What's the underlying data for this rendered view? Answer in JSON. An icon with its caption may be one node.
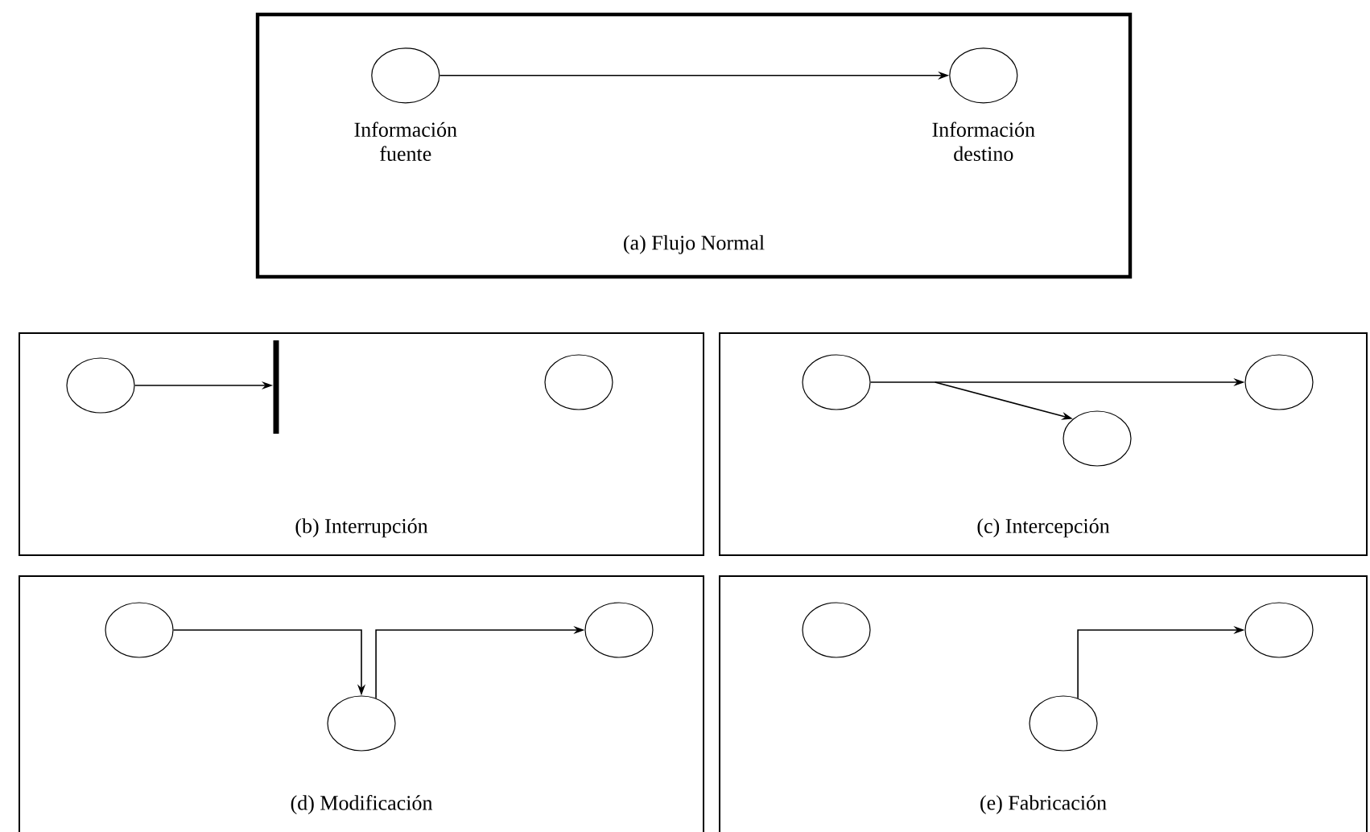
{
  "diagram": {
    "nodes": [
      {
        "text": [
          "(a) Flujo Normal"
        ]
      },
      {
        "text": [],
        "shape": "circle",
        "in": 0,
        "beside": [
          "Información fuente"
        ]
      },
      {
        "text": [],
        "shape": "circle",
        "in": 0,
        "beside": [
          "Información destino"
        ]
      },
      {
        "text": [
          "(b) Interrupción"
        ]
      },
      {
        "text": [],
        "shape": "circle",
        "in": 3
      },
      {
        "text": [],
        "shape": "bar",
        "in": 3
      },
      {
        "text": [],
        "shape": "circle",
        "in": 3
      },
      {
        "text": [
          "(c) Intercepción"
        ]
      },
      {
        "text": [],
        "shape": "circle",
        "in": 7
      },
      {
        "text": [],
        "shape": "circle",
        "in": 7
      },
      {
        "text": [],
        "shape": "circle",
        "in": 7
      },
      {
        "text": [
          "(d) Modificación"
        ]
      },
      {
        "text": [],
        "shape": "circle",
        "in": 11
      },
      {
        "text": [],
        "shape": "circle",
        "in": 11
      },
      {
        "text": [],
        "shape": "circle",
        "in": 11
      },
      {
        "text": [
          "(e) Fabricación"
        ]
      },
      {
        "text": [],
        "shape": "circle",
        "in": 15
      },
      {
        "text": [],
        "shape": "circle",
        "in": 15
      },
      {
        "text": [],
        "shape": "circle",
        "in": 15
      }
    ],
    "edges": [
      {
        "from": 1,
        "to": 2,
        "arrow": "to"
      },
      {
        "from": 4,
        "to": 5,
        "arrow": "to"
      },
      {
        "from": 8,
        "to": 9,
        "arrow": "to"
      },
      {
        "from": 8,
        "to": 10,
        "arrow": "to"
      },
      {
        "from": 12,
        "to": 13,
        "arrow": "to"
      },
      {
        "from": 13,
        "to": 14,
        "arrow": "to"
      },
      {
        "from": 17,
        "to": 18,
        "arrow": "to"
      }
    ]
  }
}
